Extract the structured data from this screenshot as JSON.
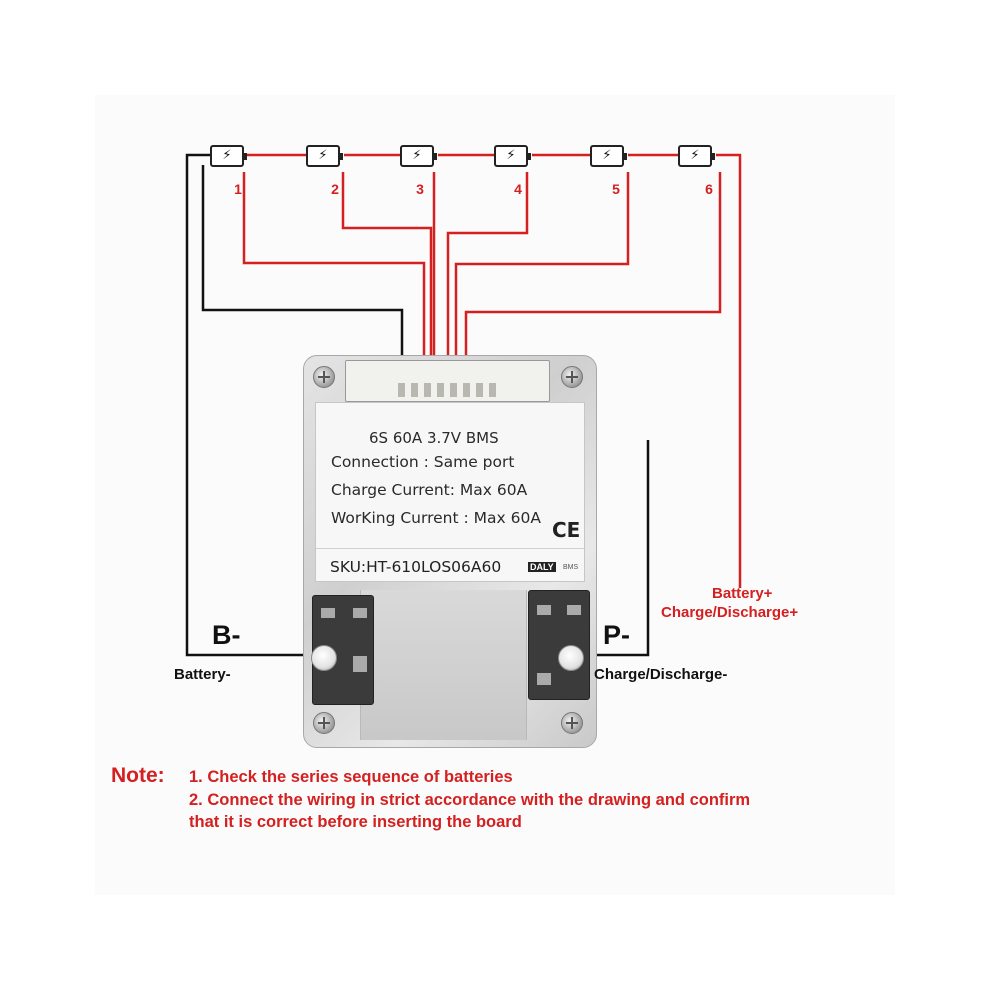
{
  "cells": [
    {
      "number": "1"
    },
    {
      "number": "2"
    },
    {
      "number": "3"
    },
    {
      "number": "4"
    },
    {
      "number": "5"
    },
    {
      "number": "6"
    }
  ],
  "cell_icon": "lightning-icon",
  "label": {
    "title": "6S 60A 3.7V BMS",
    "connection": "Connection :  Same port",
    "charge_current": "Charge Current:  Max 60A",
    "working_current": "WorKing Current :  Max 60A",
    "ce_mark": "CE",
    "sku": "SKU:HT-610LOS06A60",
    "brand": "DALY",
    "brand_sub": "BMS"
  },
  "terminals": {
    "b_minus": "B-",
    "p_minus": "P-",
    "battery_minus": "Battery-",
    "charge_discharge_minus": "Charge/Discharge-",
    "battery_plus": "Battery+",
    "charge_discharge_plus": "Charge/Discharge+"
  },
  "note": {
    "title": "Note:",
    "line1": "1. Check the series sequence of batteries",
    "line2": "2. Connect the wiring in strict accordance with the drawing and confirm",
    "line3": "that it is correct before inserting the board"
  },
  "colors": {
    "wire_red": "#d42020",
    "wire_black": "#111111",
    "text_red": "#d42020"
  }
}
